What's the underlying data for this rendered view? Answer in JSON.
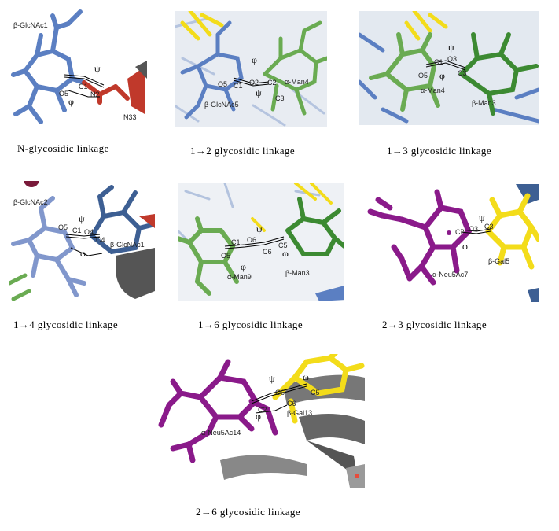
{
  "colors": {
    "glcnac": "#5b7fc2",
    "glcnac_dark": "#3d5f93",
    "glcnac_light": "#8197cc",
    "asn": "#c0392b",
    "man": "#6aab52",
    "man_dark": "#3c8a32",
    "neu5ac": "#8a1a8a",
    "gal": "#f3dc1a",
    "protein": "#555555"
  },
  "panels": [
    {
      "caption": "N-glycosidic  linkage",
      "labels": [
        "β-GlcNAc1",
        "N33",
        "O5",
        "C1",
        "N2"
      ],
      "angles": [
        "ψ",
        "φ"
      ]
    },
    {
      "caption": "1→2 glycosidic  linkage",
      "labels": [
        "α-Man4",
        "β-GlcNAc5",
        "O5",
        "C1",
        "O2",
        "C2",
        "C3"
      ],
      "angles": [
        "φ",
        "ψ"
      ]
    },
    {
      "caption": "1→3 glycosidic  linkage",
      "labels": [
        "α-Man4",
        "β-Man3",
        "O5",
        "C1",
        "O3",
        "C3"
      ],
      "angles": [
        "ψ",
        "φ"
      ]
    },
    {
      "caption": "1→4 glycosidic  linkage",
      "labels": [
        "β-GlcNAc2",
        "β-GlcNAc1",
        "O5",
        "C1",
        "O4",
        "C4"
      ],
      "angles": [
        "ψ",
        "φ"
      ]
    },
    {
      "caption": "1→6 glycosidic  linkage",
      "labels": [
        "α-Man9",
        "β-Man3",
        "O5",
        "C1",
        "O6",
        "C6",
        "C5"
      ],
      "angles": [
        "ψ",
        "φ",
        "ω"
      ]
    },
    {
      "caption": "2→3 glycosidic  linkage",
      "labels": [
        "α-Neu5Ac7",
        "β-Gal5",
        "C2",
        "O3",
        "C3"
      ],
      "angles": [
        "ψ",
        "φ"
      ]
    },
    {
      "caption": "2→6 glycosidic  linkage",
      "labels": [
        "α-Neu5Ac14",
        "β-Gal13",
        "O6",
        "C6",
        "C5",
        "C2"
      ],
      "angles": [
        "ψ",
        "ω",
        "φ"
      ]
    }
  ]
}
